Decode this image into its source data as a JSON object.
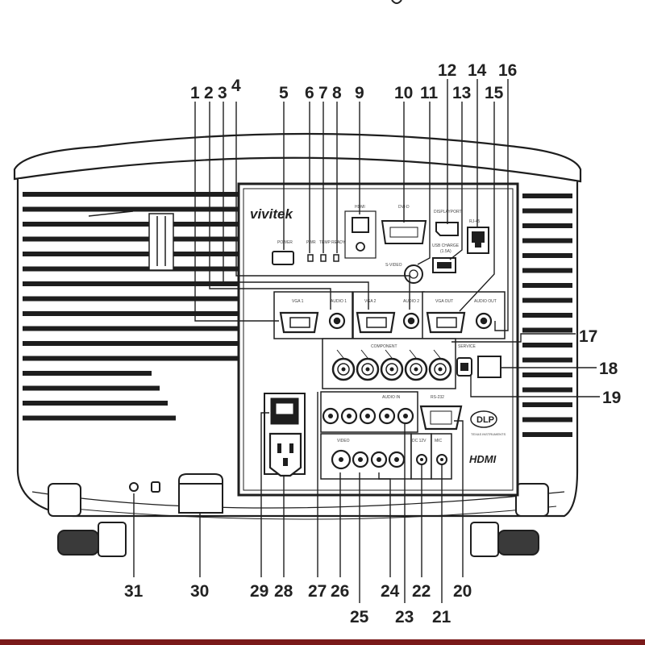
{
  "diagram": {
    "brand_logo": "vivitek",
    "hdmi_logo": "HDMI",
    "dlp_logo": "DLP",
    "dlp_sub": "TEXAS INSTRUMENTS",
    "panel_labels": {
      "hdmi": "HDMI",
      "dvi_d": "DVI-D",
      "display_port": "DISPLAYPORT",
      "rj45": "RJ-45",
      "usb_charge": "USB CHARGE",
      "usb_charge_sub": "(1.5A)",
      "power": "POWER",
      "pwr": "PWR",
      "temp": "TEMP",
      "ready": "READY",
      "svideo": "S-VIDEO",
      "vga1": "VGA 1",
      "audio1": "AUDIO 1",
      "vga2": "VGA 2",
      "audio2": "AUDIO 2",
      "vga_out": "VGA OUT",
      "audio_out": "AUDIO OUT",
      "service": "SERVICE",
      "rs232": "RS-232",
      "component": "COMPONENT",
      "video": "VIDEO",
      "audio_in": "AUDIO IN",
      "dc12v": "DC 12V",
      "mic": "MIC"
    },
    "callouts": {
      "c1": "1",
      "c2": "2",
      "c3": "3",
      "c4": "4",
      "c5": "5",
      "c6": "6",
      "c7": "7",
      "c8": "8",
      "c9": "9",
      "c10": "10",
      "c11": "11",
      "c12": "12",
      "c13": "13",
      "c14": "14",
      "c15": "15",
      "c16": "16",
      "c17": "17",
      "c18": "18",
      "c19": "19",
      "c20": "20",
      "c21": "21",
      "c22": "22",
      "c23": "23",
      "c24": "24",
      "c25": "25",
      "c26": "26",
      "c27": "27",
      "c28": "28",
      "c29": "29",
      "c30": "30",
      "c31": "31"
    },
    "colors": {
      "line": "#1e1e1e",
      "panel_fill": "#ffffff",
      "bottom_bar": "#7a1a1a"
    }
  }
}
